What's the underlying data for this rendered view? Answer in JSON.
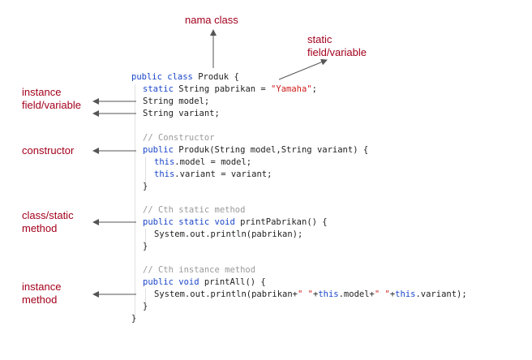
{
  "labels": {
    "class_name": "nama class",
    "static_field": "static\nfield/variable",
    "instance_field": "instance\nfield/variable",
    "constructor": "constructor",
    "class_method": "class/static\nmethod",
    "instance_method": "instance\nmethod"
  },
  "code": {
    "l1": {
      "kw1": "public",
      "kw2": "class",
      "rest": " Produk {"
    },
    "l2": {
      "kw": "static",
      "a": " String pabrikan = ",
      "str": "\"Yamaha\"",
      "b": ";"
    },
    "l3": "String model;",
    "l4": "String variant;",
    "l5": "// Constructor",
    "l6": {
      "kw": "public",
      "rest": " Produk(String model,String variant) {"
    },
    "l7": {
      "kw": "this",
      "rest": ".model = model;"
    },
    "l8": {
      "kw": "this",
      "rest": ".variant = variant;"
    },
    "l9": "}",
    "l10": "// Cth static method",
    "l11": {
      "kw1": "public",
      "kw2": "static",
      "kw3": "void",
      "rest": " printPabrikan() {"
    },
    "l12": "System.out.println(pabrikan);",
    "l13": "}",
    "l14": "// Cth instance method",
    "l15": {
      "kw1": "public",
      "kw2": "void",
      "rest": " printAll() {"
    },
    "l16": {
      "a": "System.out.println(pabrikan+",
      "s1": "\" \"",
      "b": "+",
      "kw1": "this",
      "c": ".model+",
      "s2": "\" \"",
      "d": "+",
      "kw2": "this",
      "e": ".variant);"
    },
    "l17": "}",
    "l18": "}"
  }
}
